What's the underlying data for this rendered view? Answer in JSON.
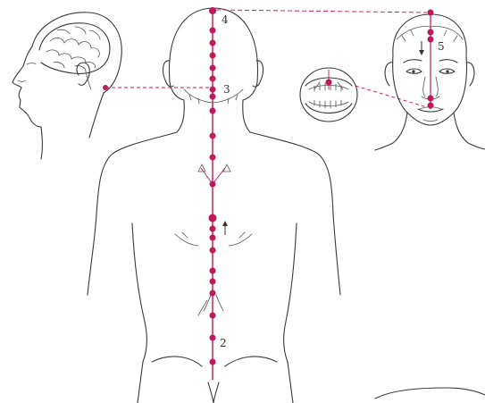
{
  "labels": {
    "point_2": "2",
    "point_3": "3",
    "point_4": "4",
    "point_5": "5"
  },
  "colors": {
    "meridian": "#c2185b",
    "outline": "#3a3a3a",
    "background": "#ffffff"
  },
  "icons": {
    "up_arrow": "arrow-up-icon",
    "down_arrow": "arrow-down-icon"
  }
}
